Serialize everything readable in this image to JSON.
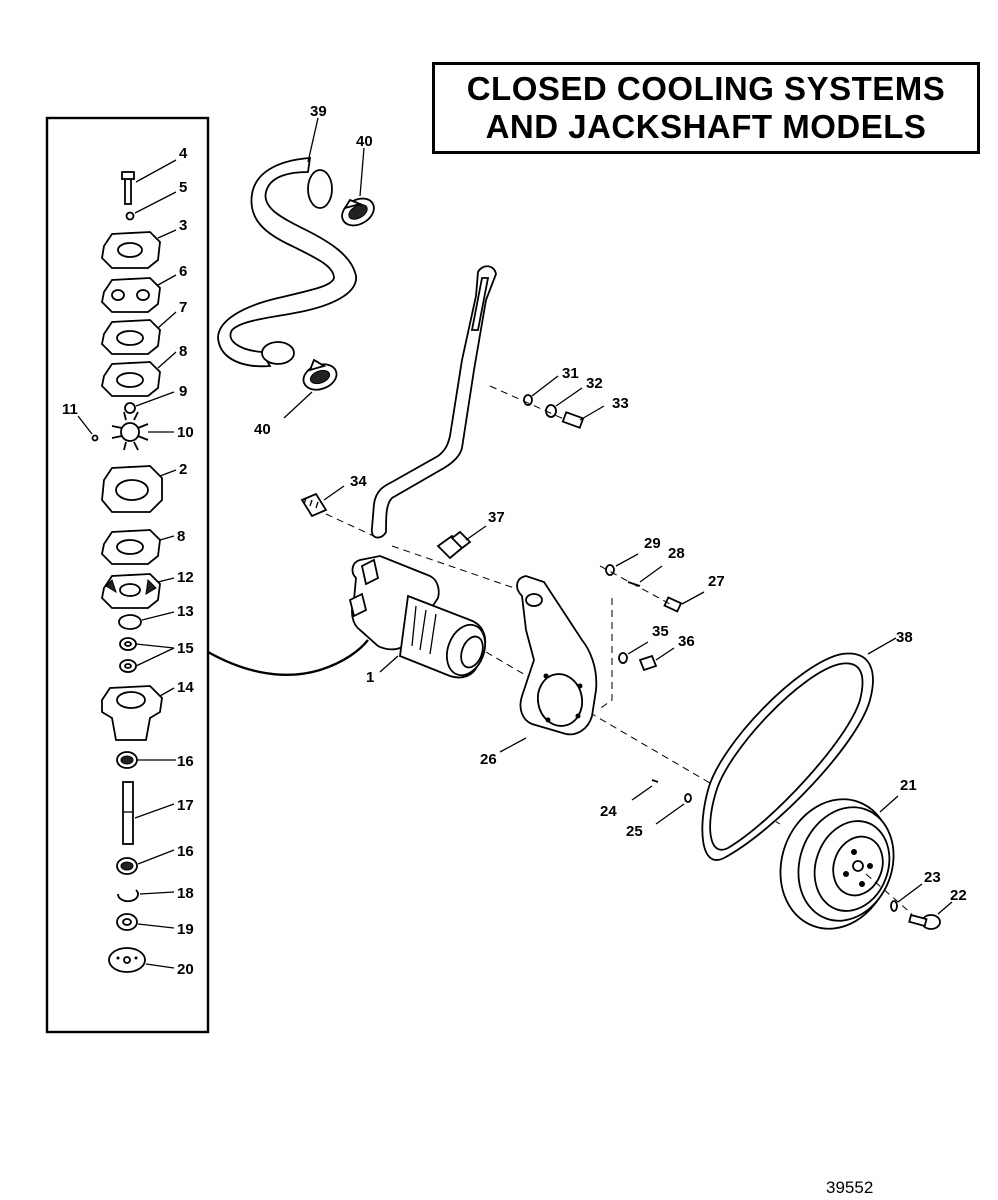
{
  "title": {
    "line1": "CLOSED COOLING SYSTEMS",
    "line2": "AND JACKSHAFT MODELS"
  },
  "drawing_number": "39552",
  "callouts": {
    "c1": "1",
    "c2": "2",
    "c3": "3",
    "c4": "4",
    "c5": "5",
    "c6": "6",
    "c7": "7",
    "c8a": "8",
    "c8b": "8",
    "c9": "9",
    "c10": "10",
    "c11": "11",
    "c12": "12",
    "c13": "13",
    "c14": "14",
    "c15": "15",
    "c16a": "16",
    "c16b": "16",
    "c17": "17",
    "c18": "18",
    "c19": "19",
    "c20": "20",
    "c21": "21",
    "c22": "22",
    "c23": "23",
    "c24": "24",
    "c25": "25",
    "c26": "26",
    "c27": "27",
    "c28": "28",
    "c29": "29",
    "c31": "31",
    "c32": "32",
    "c33": "33",
    "c34": "34",
    "c35": "35",
    "c36": "36",
    "c37": "37",
    "c38": "38",
    "c39": "39",
    "c40a": "40",
    "c40b": "40"
  }
}
